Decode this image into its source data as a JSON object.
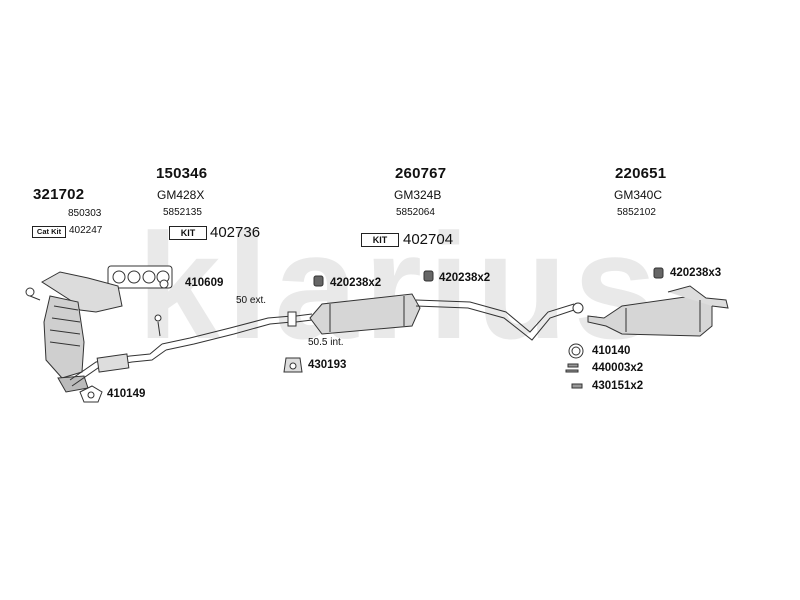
{
  "watermark": "klarius",
  "groups": [
    {
      "part": "321702",
      "ref": "850303",
      "cat_kit_label": "Cat Kit",
      "cat_kit_value": "402247"
    },
    {
      "part": "150346",
      "model": "GM428X",
      "ref": "5852135",
      "kit_label": "KIT",
      "kit_value": "402736"
    },
    {
      "part": "260767",
      "model": "GM324B",
      "ref": "5852064",
      "kit_label": "KIT",
      "kit_value": "402704"
    },
    {
      "part": "220651",
      "model": "GM340C",
      "ref": "5852102"
    }
  ],
  "accessories": {
    "a410609": "410609",
    "a420238_1": "420238x2",
    "a420238_2": "420238x2",
    "a420238_3": "420238x3",
    "a430193": "430193",
    "a410149": "410149",
    "a410140": "410140",
    "a440003": "440003x2",
    "a430151": "430151x2"
  },
  "notes": {
    "ext": "50 ext.",
    "int": "50.5 int."
  }
}
